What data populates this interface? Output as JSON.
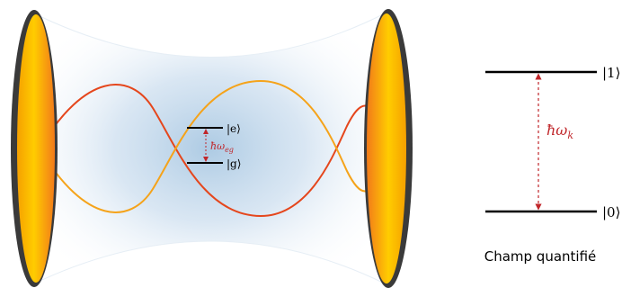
{
  "atom": {
    "excited_label": "|e⟩",
    "ground_label": "|g⟩",
    "transition_label": "ħω",
    "transition_subscript": "eg"
  },
  "field": {
    "upper_label": "|1⟩",
    "lower_label": "|0⟩",
    "transition_label": "ħω",
    "transition_subscript": "k",
    "caption": "Champ quantifié"
  },
  "colors": {
    "mirror_outer": "#3a3a3a",
    "mirror_center": "#ffd400",
    "mirror_edge": "#f07a10",
    "wave_red": "#e5461c",
    "wave_orange": "#f5a31a",
    "transition_arrow": "#c0262a",
    "cavity_glow": "#b9d3e8",
    "level_line": "#000000"
  }
}
